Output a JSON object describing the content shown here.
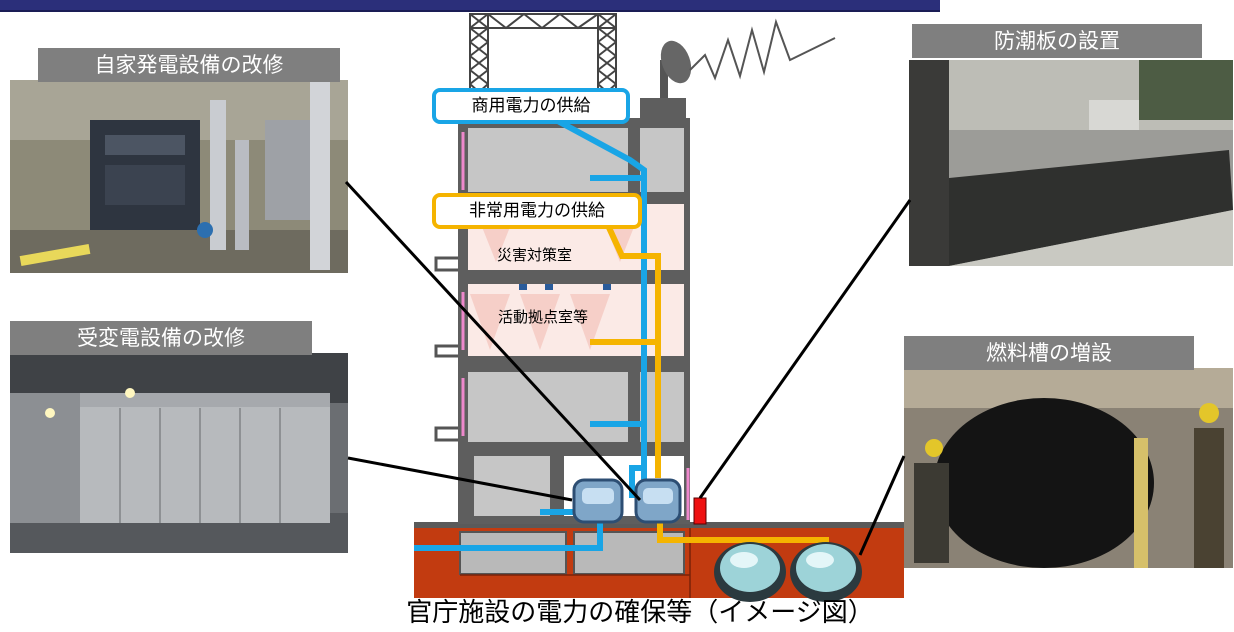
{
  "labels": {
    "generator": "自家発電設備の改修",
    "substation": "受変電設備の改修",
    "floodboard": "防潮板の設置",
    "fueltank": "燃料槽の増設"
  },
  "diagram": {
    "commercial_power": "商用電力の供給",
    "emergency_power": "非常用電力の供給",
    "disaster_room": "災害対策室",
    "activity_room": "活動拠点室等"
  },
  "caption": "官庁施設の電力の確保等（イメージ図）",
  "colors": {
    "commercial_line": "#19a5e6",
    "emergency_line": "#f5b400",
    "foundation": "#c23b10",
    "label_bg": "#7f7f7f"
  }
}
